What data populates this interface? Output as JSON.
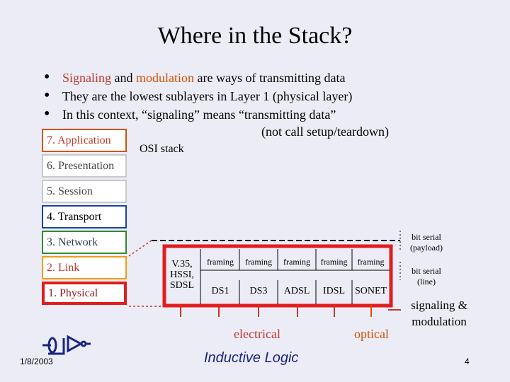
{
  "title": "Where in the Stack?",
  "bullets": {
    "b1_signaling": "Signaling",
    "b1_and": " and ",
    "b1_modulation": "modulation",
    "b1_rest": " are ways of transmitting data",
    "b2": "They are the lowest sublayers in Layer 1 (physical layer)",
    "b3": "In this context, “signaling” means “transmitting data”",
    "b3_cont": "(not call setup/teardown)"
  },
  "osi": {
    "label": "OSI stack",
    "layers": [
      {
        "label": "7. Application",
        "color": "#d35400"
      },
      {
        "label": "6. Presentation",
        "color": "#c8c8c8"
      },
      {
        "label": "5. Session",
        "color": "#c8c8c8"
      },
      {
        "label": "4. Transport",
        "color": "#1f3fa6"
      },
      {
        "label": "3. Network",
        "color": "#2e8b2e"
      },
      {
        "label": "2. Link",
        "color": "#f39c12"
      },
      {
        "label": "1. Physical",
        "color": "#e11d1d"
      }
    ]
  },
  "physical": {
    "v35": "V.35,\nHSSI,\nSDSL",
    "framing": [
      "framing",
      "framing",
      "framing",
      "framing",
      "framing"
    ],
    "signals": [
      "DS1",
      "DS3",
      "ADSL",
      "IDSL",
      "SONET"
    ],
    "electrical": "electrical",
    "optical": "optical"
  },
  "side_labels": {
    "payload": "bit serial\n(payload)",
    "line": "bit serial\n(line)",
    "sigmod": "signaling &\nmodulation"
  },
  "colors": {
    "electrical": "#c0392b",
    "optical": "#d35400",
    "physical": "#e11d1d",
    "brand": "#1a237e"
  },
  "footer": {
    "date": "1/8/2003",
    "brand": "Inductive Logic",
    "page": "4"
  }
}
